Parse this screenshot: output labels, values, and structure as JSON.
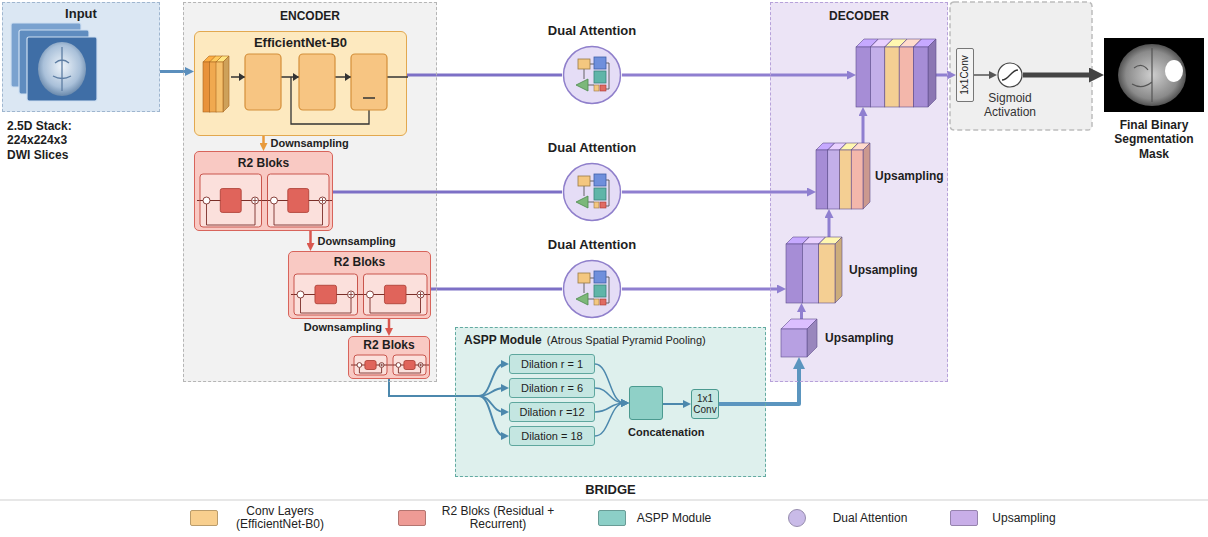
{
  "diagram": {
    "nodes": [
      {
        "text": [
          "Input",
          "2.5D Stack: 224x224x3 DWI Slices"
        ]
      },
      {
        "text": [
          "ENCODER"
        ]
      },
      {
        "text": [
          "EfficientNet-B0"
        ],
        "in": 1
      },
      {
        "text": [
          "R2 Bloks"
        ],
        "in": 1
      },
      {
        "text": [
          "R2 Bloks"
        ],
        "in": 1
      },
      {
        "text": [
          "R2 Bloks"
        ],
        "in": 1
      },
      {
        "text": [
          "Dual Attention"
        ]
      },
      {
        "text": [
          "Dual Attention"
        ]
      },
      {
        "text": [
          "Dual Attention"
        ]
      },
      {
        "text": [
          "ASPP Module",
          "(Atrous Spatial Pyramid Pooling)",
          "BRIDGE"
        ]
      },
      {
        "text": [
          "Dilation r = 1"
        ],
        "in": 9
      },
      {
        "text": [
          "Dilation r = 6"
        ],
        "in": 9
      },
      {
        "text": [
          "Dilation r =12"
        ],
        "in": 9
      },
      {
        "text": [
          "Dilation = 18"
        ],
        "in": 9
      },
      {
        "text": [
          "Concatenation"
        ],
        "in": 9
      },
      {
        "text": [
          "1x1 Conv"
        ],
        "in": 9
      },
      {
        "text": [
          "DECODER"
        ]
      },
      {
        "text": [],
        "in": 16
      },
      {
        "text": [
          "Upsampling"
        ],
        "in": 16
      },
      {
        "text": [
          "Upsampling"
        ],
        "in": 16
      },
      {
        "text": [
          "Upsampling"
        ],
        "in": 16
      },
      {
        "text": [
          "1x1Conv"
        ]
      },
      {
        "text": [
          "Sigmoid Activation"
        ]
      },
      {
        "text": [
          "Final Binary Segmentation Mask"
        ]
      }
    ],
    "edges": [
      {
        "from": 0,
        "to": 2,
        "arrow": "to"
      },
      {
        "from": 2,
        "to": 3,
        "arrow": "to",
        "label": "Downsampling"
      },
      {
        "from": 3,
        "to": 4,
        "arrow": "to",
        "label": "Downsampling"
      },
      {
        "from": 4,
        "to": 5,
        "arrow": "to",
        "label": "Downsampling"
      },
      {
        "from": 2,
        "to": 6,
        "arrow": "none"
      },
      {
        "from": 3,
        "to": 7,
        "arrow": "none"
      },
      {
        "from": 4,
        "to": 8,
        "arrow": "none"
      },
      {
        "from": 6,
        "to": 17,
        "arrow": "to"
      },
      {
        "from": 7,
        "to": 18,
        "arrow": "to"
      },
      {
        "from": 8,
        "to": 19,
        "arrow": "to"
      },
      {
        "from": 5,
        "to": 10,
        "arrow": "to"
      },
      {
        "from": 5,
        "to": 11,
        "arrow": "to"
      },
      {
        "from": 5,
        "to": 12,
        "arrow": "to"
      },
      {
        "from": 5,
        "to": 13,
        "arrow": "to"
      },
      {
        "from": 10,
        "to": 14,
        "arrow": "to"
      },
      {
        "from": 11,
        "to": 14,
        "arrow": "to"
      },
      {
        "from": 12,
        "to": 14,
        "arrow": "to"
      },
      {
        "from": 13,
        "to": 14,
        "arrow": "to"
      },
      {
        "from": 14,
        "to": 15,
        "arrow": "to"
      },
      {
        "from": 15,
        "to": 20,
        "arrow": "to"
      },
      {
        "from": 20,
        "to": 19,
        "arrow": "to"
      },
      {
        "from": 19,
        "to": 18,
        "arrow": "to"
      },
      {
        "from": 18,
        "to": 17,
        "arrow": "to"
      },
      {
        "from": 17,
        "to": 21,
        "arrow": "to"
      },
      {
        "from": 21,
        "to": 22,
        "arrow": "to"
      },
      {
        "from": 22,
        "to": 23,
        "arrow": "to"
      }
    ],
    "legend": [
      {
        "text": "Conv Layers (EfficientNet-B0)",
        "color": "#f8cf8e"
      },
      {
        "text": "R2 Bloks (Residual + Recurrent)",
        "color": "#ee9b95"
      },
      {
        "text": "ASPP Module",
        "color": "#8ccfc7"
      },
      {
        "text": "Dual Attention",
        "color": "#c9bbe8"
      },
      {
        "text": "Upsampling",
        "color": "#c8aee8"
      }
    ]
  }
}
